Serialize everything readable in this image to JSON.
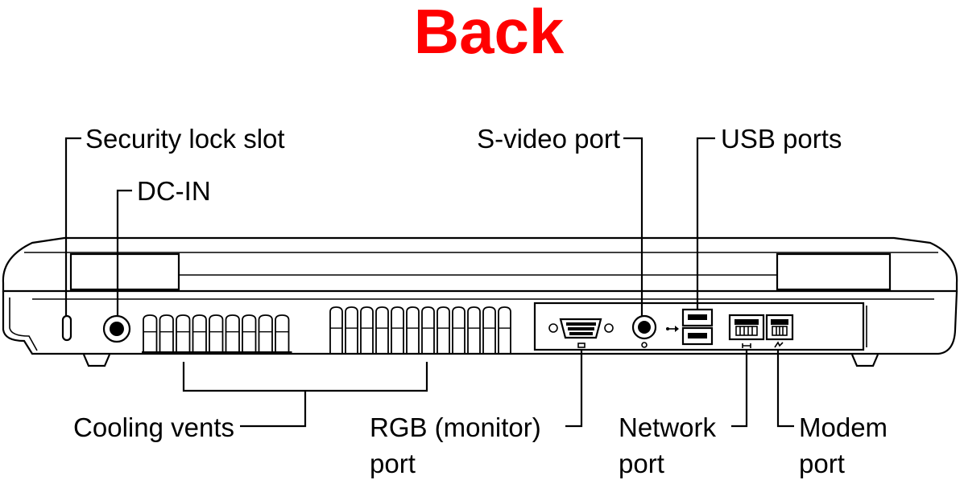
{
  "title": "Back",
  "title_color": "#ff0000",
  "labels": {
    "security_lock_slot": "Security lock slot",
    "dc_in": "DC-IN",
    "s_video_port": "S-video port",
    "usb_ports": "USB ports",
    "cooling_vents": "Cooling vents",
    "rgb_line1": "RGB (monitor)",
    "rgb_line2": "port",
    "network_line1": "Network",
    "network_line2": "port",
    "modem_line1": "Modem",
    "modem_line2": "port"
  }
}
